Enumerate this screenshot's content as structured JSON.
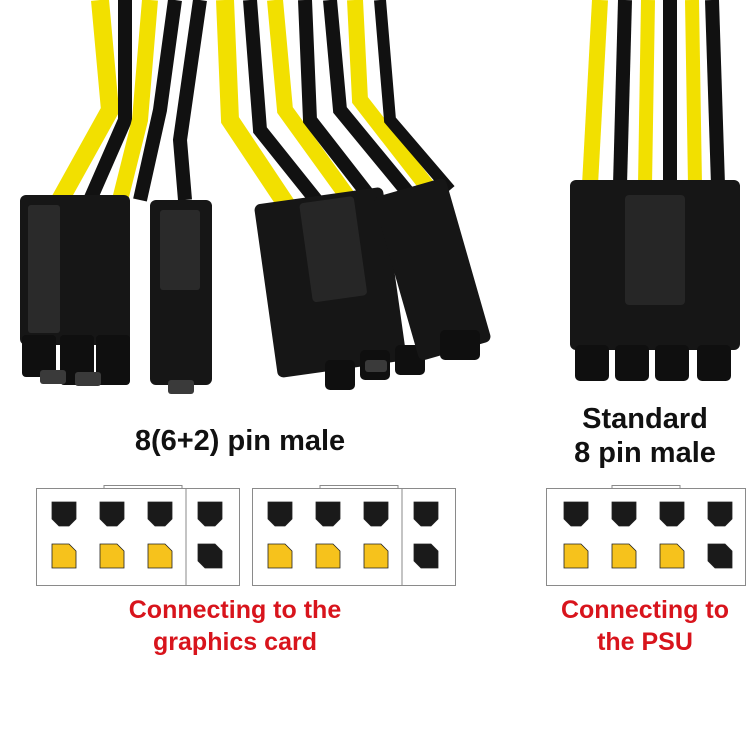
{
  "left": {
    "title": "8(6+2) pin male",
    "caption_line1": "Connecting to the",
    "caption_line2": "graphics card"
  },
  "right": {
    "title_line1": "Standard",
    "title_line2": "8 pin male",
    "caption_line1": "Connecting to",
    "caption_line2": "the PSU"
  },
  "colors": {
    "wire_yellow": "#f2e000",
    "wire_black": "#111111",
    "connector_black": "#161616",
    "pin_black": "#1a1a1a",
    "pin_yellow": "#f6c21c",
    "caption_red": "#d8141c",
    "title_text": "#111111",
    "diagram_border": "#8a8a8a"
  },
  "diagrams": {
    "six_plus_two_connector_1": {
      "main_block": {
        "top_row": [
          "black",
          "black",
          "black"
        ],
        "bottom_row": [
          "yellow",
          "yellow",
          "yellow"
        ]
      },
      "two_pin_block": {
        "top_row": [
          "black"
        ],
        "bottom_row": [
          "black"
        ]
      }
    },
    "six_plus_two_connector_2": {
      "main_block": {
        "top_row": [
          "black",
          "black",
          "black"
        ],
        "bottom_row": [
          "yellow",
          "yellow",
          "yellow"
        ]
      },
      "two_pin_block": {
        "top_row": [
          "black"
        ],
        "bottom_row": [
          "black"
        ]
      }
    },
    "standard_eight_pin": {
      "top_row": [
        "black",
        "black",
        "black",
        "black"
      ],
      "bottom_row": [
        "yellow",
        "yellow",
        "yellow",
        "black"
      ]
    }
  }
}
